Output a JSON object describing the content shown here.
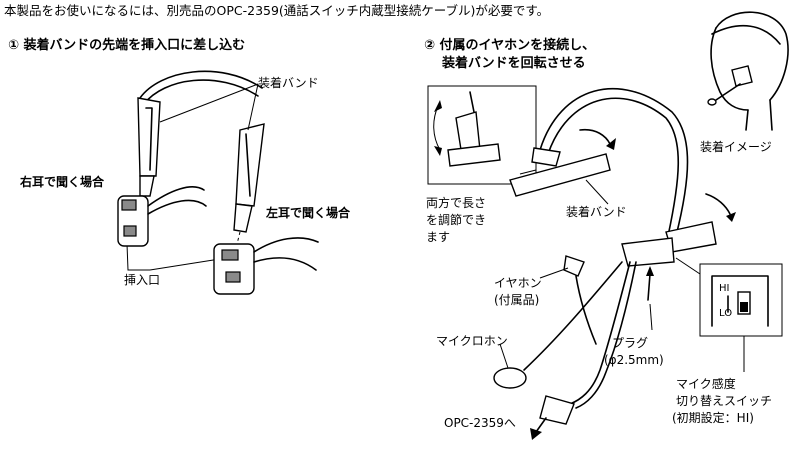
{
  "intro": "本製品をお使いになるには、別売品のOPC-2359(通話スイッチ内蔵型接続ケーブル)が必要です。",
  "step1": {
    "title": "① 装着バンドの先端を挿入口に差し込む",
    "band_label": "装着バンド",
    "right_ear": "右耳で聞く場合",
    "left_ear": "左耳で聞く場合",
    "inlet": "挿入口"
  },
  "step2": {
    "title_line1": "② 付属のイヤホンを接続し、",
    "title_line2": "装着バンドを回転させる",
    "adjust_line1": "両方で長さ",
    "adjust_line2": "を調節でき",
    "adjust_line3": "ます",
    "band_label": "装着バンド",
    "wear_image": "装着イメージ",
    "earphone_line1": "イヤホン",
    "earphone_line2": "(付属品)",
    "mic": "マイクロホン",
    "plug_line1": "プラグ",
    "plug_line2": "(φ2.5mm)",
    "sens_line1": "マイク感度",
    "sens_line2": "切り替えスイッチ",
    "sens_line3": "(初期設定：HI)",
    "opc": "OPC-2359へ",
    "switch_hi": "HI",
    "switch_lo": "LO"
  }
}
